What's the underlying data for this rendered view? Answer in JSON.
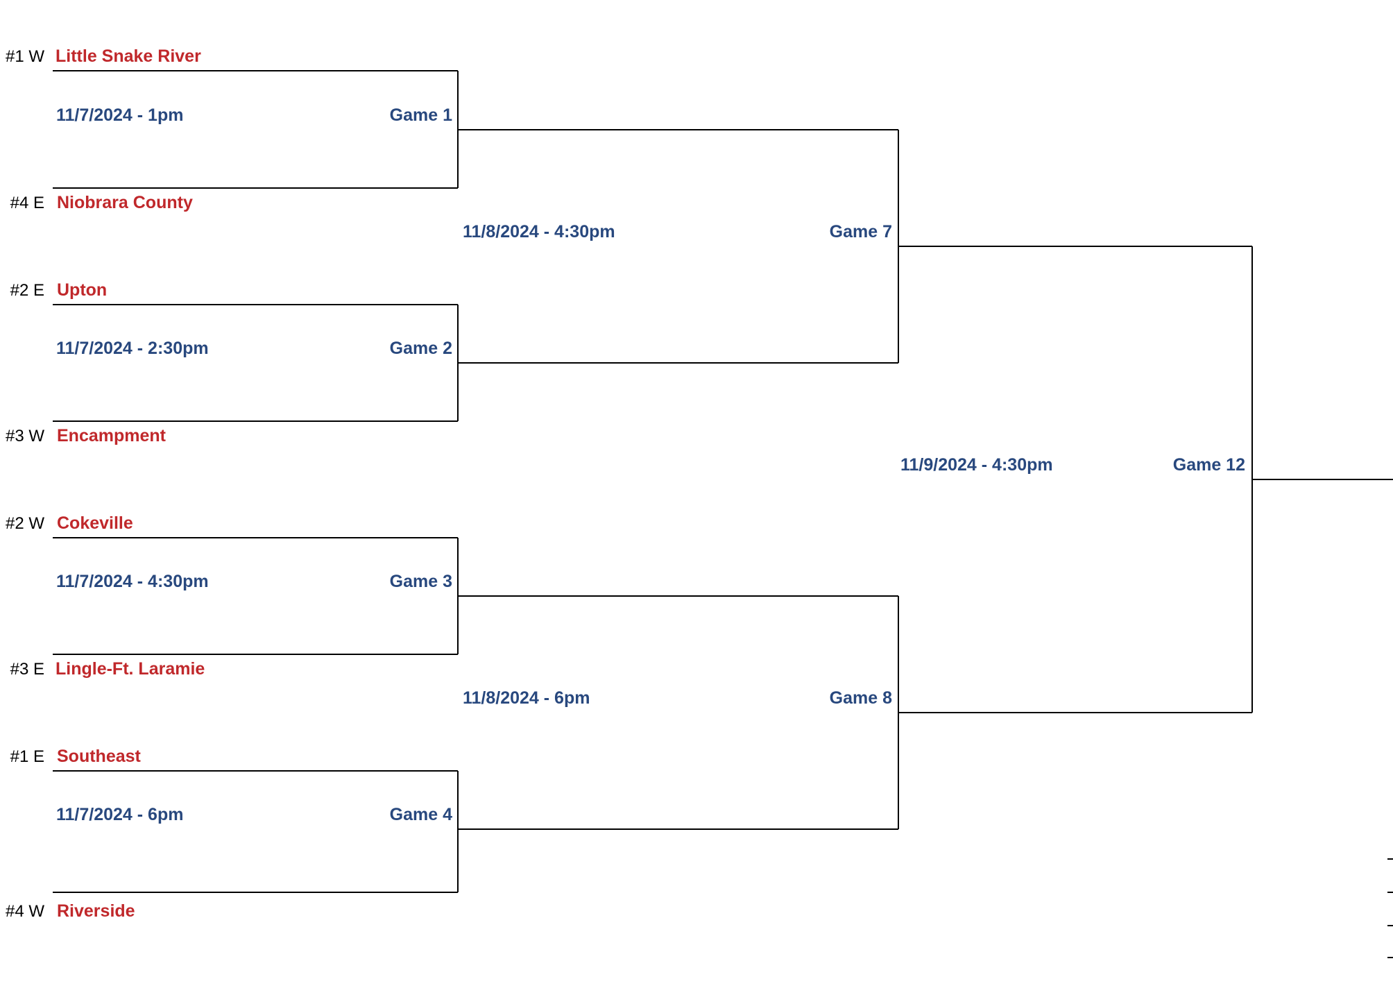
{
  "colors": {
    "team": "#c0282b",
    "info": "#28487e",
    "line": "#000000"
  },
  "round1": [
    {
      "game": "Game 1",
      "datetime": "11/7/2024 - 1pm",
      "top": {
        "seed": "#1 W",
        "team": "Little Snake River"
      },
      "bottom": {
        "seed": "#4 E",
        "team": "Niobrara County"
      }
    },
    {
      "game": "Game 2",
      "datetime": "11/7/2024 - 2:30pm",
      "top": {
        "seed": "#2 E",
        "team": "Upton"
      },
      "bottom": {
        "seed": "#3 W",
        "team": "Encampment"
      }
    },
    {
      "game": "Game 3",
      "datetime": "11/7/2024 - 4:30pm",
      "top": {
        "seed": "#2 W",
        "team": "Cokeville"
      },
      "bottom": {
        "seed": "#3 E",
        "team": "Lingle-Ft. Laramie"
      }
    },
    {
      "game": "Game 4",
      "datetime": "11/7/2024 - 6pm",
      "top": {
        "seed": "#1 E",
        "team": "Southeast"
      },
      "bottom": {
        "seed": "#4 W",
        "team": "Riverside"
      }
    }
  ],
  "round2": [
    {
      "game": "Game 7",
      "datetime": "11/8/2024 - 4:30pm"
    },
    {
      "game": "Game 8",
      "datetime": "11/8/2024 - 6pm"
    }
  ],
  "round3": [
    {
      "game": "Game 12",
      "datetime": "11/9/2024 - 4:30pm"
    }
  ]
}
